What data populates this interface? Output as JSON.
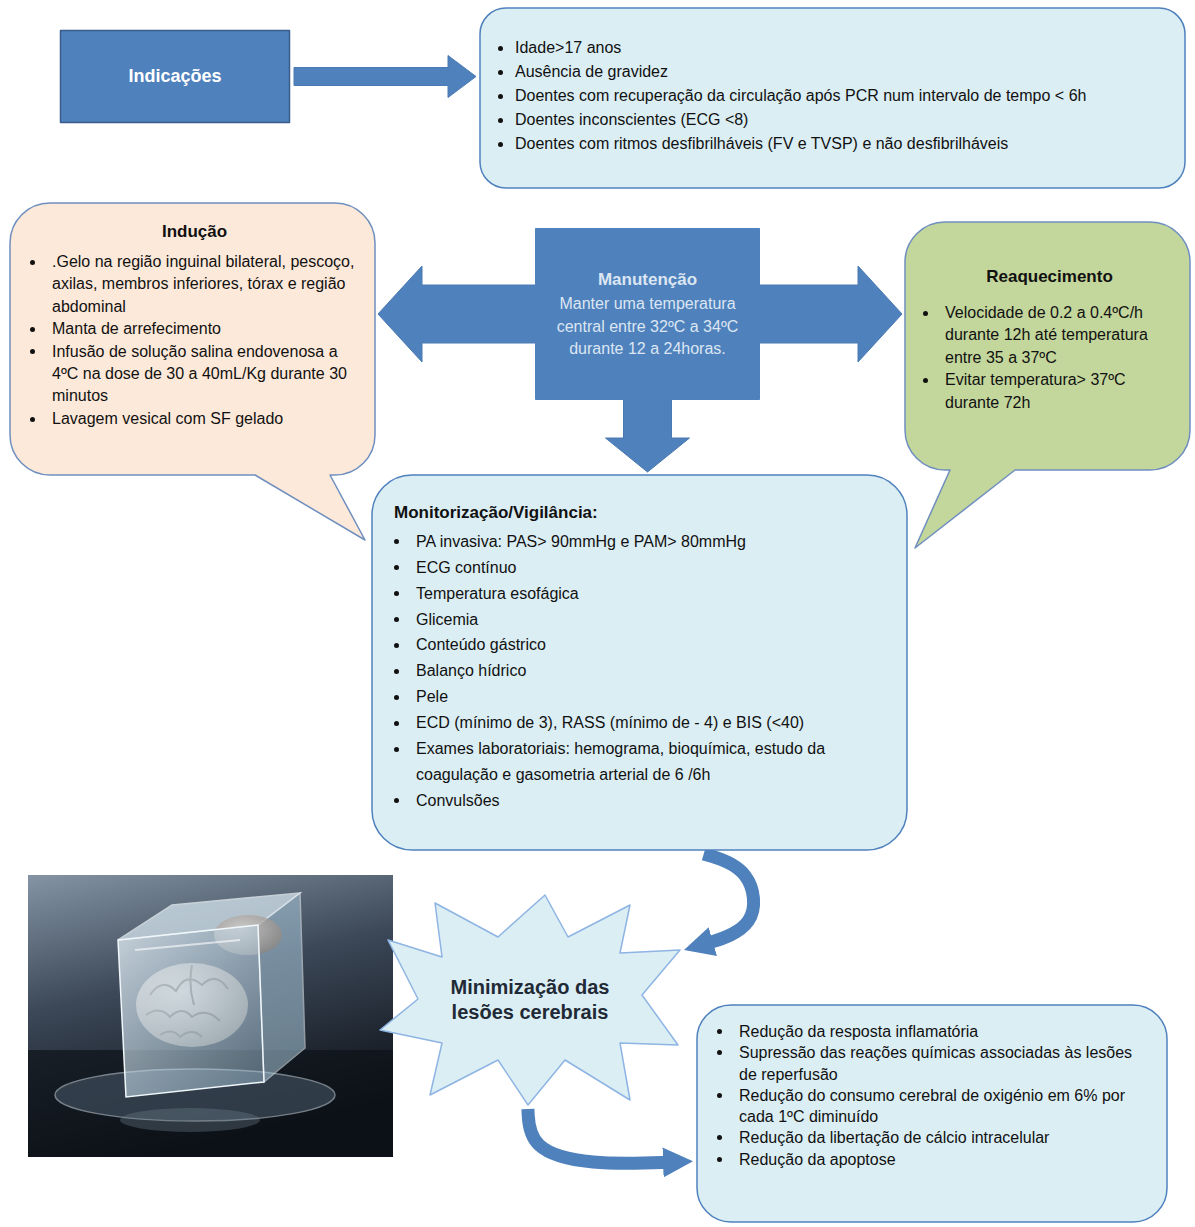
{
  "diagram": {
    "nodes": [
      {
        "text": [
          "Indicações"
        ]
      },
      {
        "text": [
          "Idade>17 anos",
          "Ausência de gravidez",
          "Doentes com recuperação da circulação após PCR num intervalo de tempo < 6h",
          "Doentes inconscientes (ECG <8)",
          "Doentes com ritmos desfibrilháveis (FV e TVSP) e não desfibrilháveis"
        ]
      },
      {
        "text": [
          "Indução",
          ".Gelo na região inguinal bilateral, pescoço, axilas, membros inferiores, tórax e região abdominal",
          "Manta de arrefecimento",
          "Infusão de solução salina endovenosa a 4ºC na dose de 30 a 40mL/Kg durante 30 minutos",
          "Lavagem vesical com SF gelado"
        ]
      },
      {
        "text": [
          "Manutenção",
          "Manter uma temperatura central entre 32ºC a 34ºC durante 12 a 24horas."
        ]
      },
      {
        "text": [
          "Reaquecimento",
          "Velocidade de 0.2 a 0.4ºC/h durante 12h até temperatura entre 35 a 37ºC",
          "Evitar temperatura> 37ºC durante 72h"
        ]
      },
      {
        "text": [
          "Monitorização/Vigilância:",
          "PA invasiva: PAS> 90mmHg e PAM> 80mmHg",
          "ECG contínuo",
          "Temperatura esofágica",
          "Glicemia",
          "Conteúdo gástrico",
          "Balanço hídrico",
          "Pele",
          "ECD (mínimo de 3), RASS (mínimo de - 4) e BIS (<40)",
          "Exames laboratoriais: hemograma, bioquímica, estudo da coagulação e gasometria arterial de 6 /6h",
          "Convulsões"
        ]
      },
      {
        "text": [
          "Minimização das lesões cerebrais"
        ]
      },
      {
        "text": [
          "Redução da resposta inflamatória",
          "Supressão das reações químicas associadas às lesões de reperfusão",
          "Redução do consumo cerebral de oxigénio em 6% por cada 1ºC diminuído",
          "Redução da libertação de cálcio intracelular",
          "Redução da apoptose"
        ]
      }
    ],
    "edges": [
      {
        "from": 0,
        "to": 1,
        "arrow": "to"
      },
      {
        "from": 3,
        "to": 2,
        "arrow": "to"
      },
      {
        "from": 3,
        "to": 4,
        "arrow": "to"
      },
      {
        "from": 3,
        "to": 5,
        "arrow": "to"
      },
      {
        "from": 5,
        "to": 6,
        "arrow": "to"
      },
      {
        "from": 6,
        "to": 7,
        "arrow": "to"
      }
    ]
  }
}
